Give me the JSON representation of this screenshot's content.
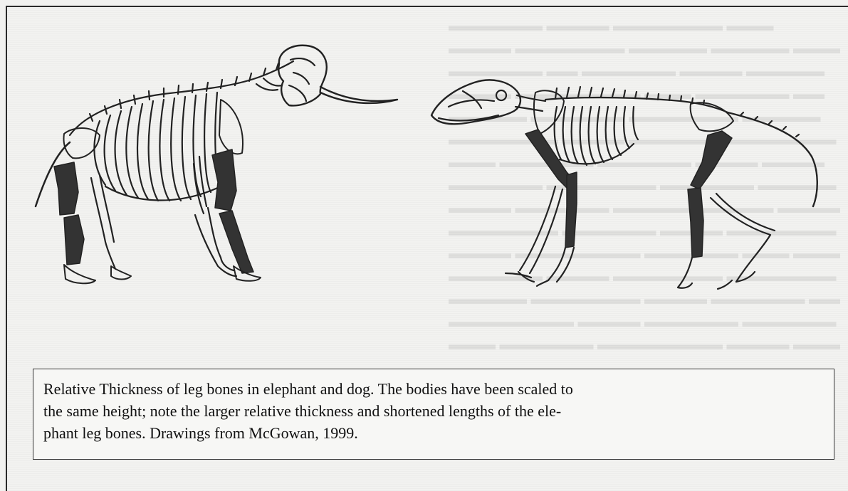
{
  "figure": {
    "left_animal": "elephant",
    "right_animal": "dog",
    "highlight_color": "#333333",
    "line_color": "#222222",
    "skeleton_icons": [
      "elephant-skeleton-icon",
      "dog-skeleton-icon"
    ]
  },
  "caption": {
    "text": "Relative Thickness of leg bones in elephant and dog. The bodies have been scaled to\nthe same height; note the larger relative thickness and shortened lengths of the ele-\nphant leg bones. Drawings from McGowan, 1999."
  }
}
